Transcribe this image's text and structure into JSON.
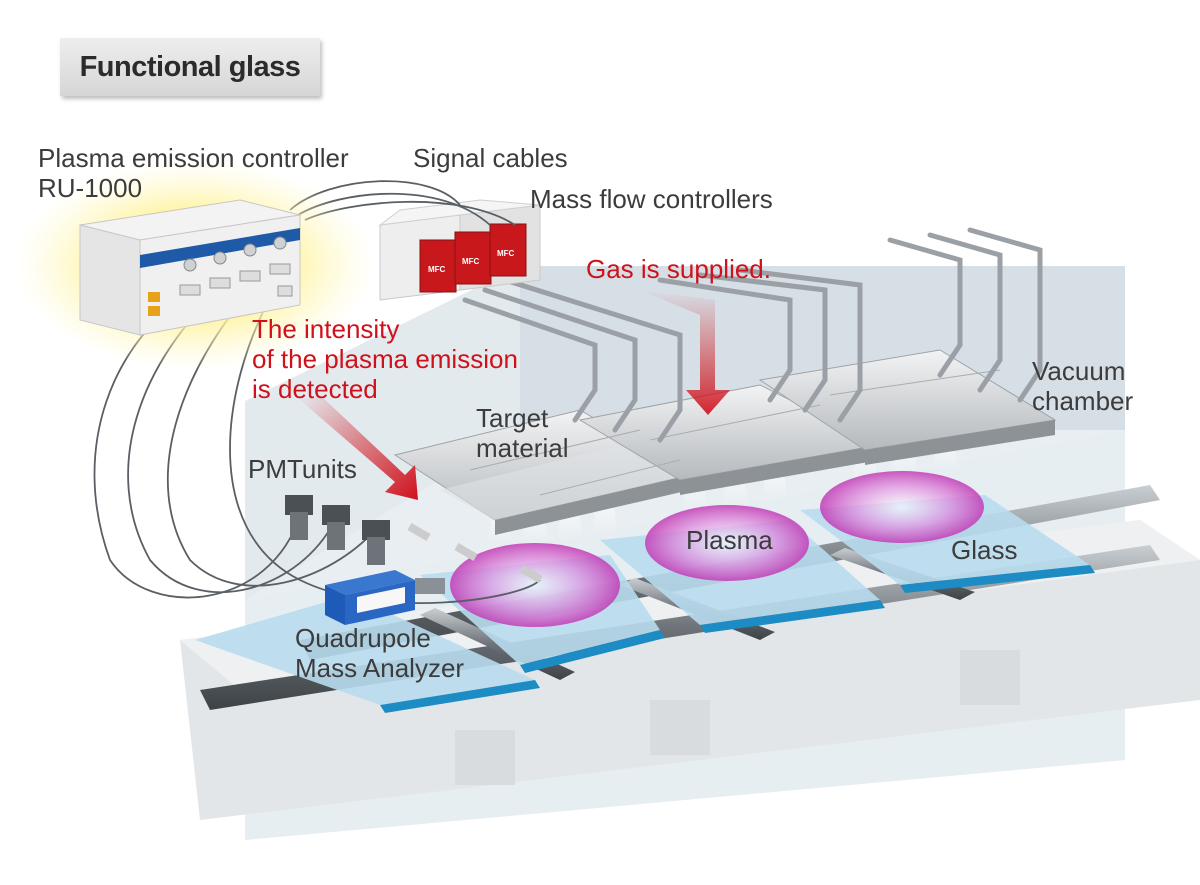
{
  "title": "Functional glass",
  "labels": {
    "controller_line1": "Plasma emission controller",
    "controller_line2": "RU-1000",
    "signal_cables": "Signal cables",
    "mass_flow": "Mass flow controllers",
    "gas_supplied": "Gas is supplied.",
    "intensity_line1": "The intensity",
    "intensity_line2": "of the plasma emission",
    "intensity_line3": "is detected",
    "target_line1": "Target",
    "target_line2": "material",
    "vacuum_line1": "Vacuum",
    "vacuum_line2": "chamber",
    "pmt": "PMTunits",
    "plasma": "Plasma",
    "glass": "Glass",
    "qma_line1": "Quadrupole",
    "qma_line2": "Mass Analyzer"
  },
  "mfc_label": "MFC",
  "colors": {
    "accent_red": "#d0111b",
    "mfc_red": "#c8181c",
    "glass_blue": "#b8dcee",
    "plasma_magenta": "#c23bb5",
    "analyzer_blue": "#1e5bb8"
  }
}
